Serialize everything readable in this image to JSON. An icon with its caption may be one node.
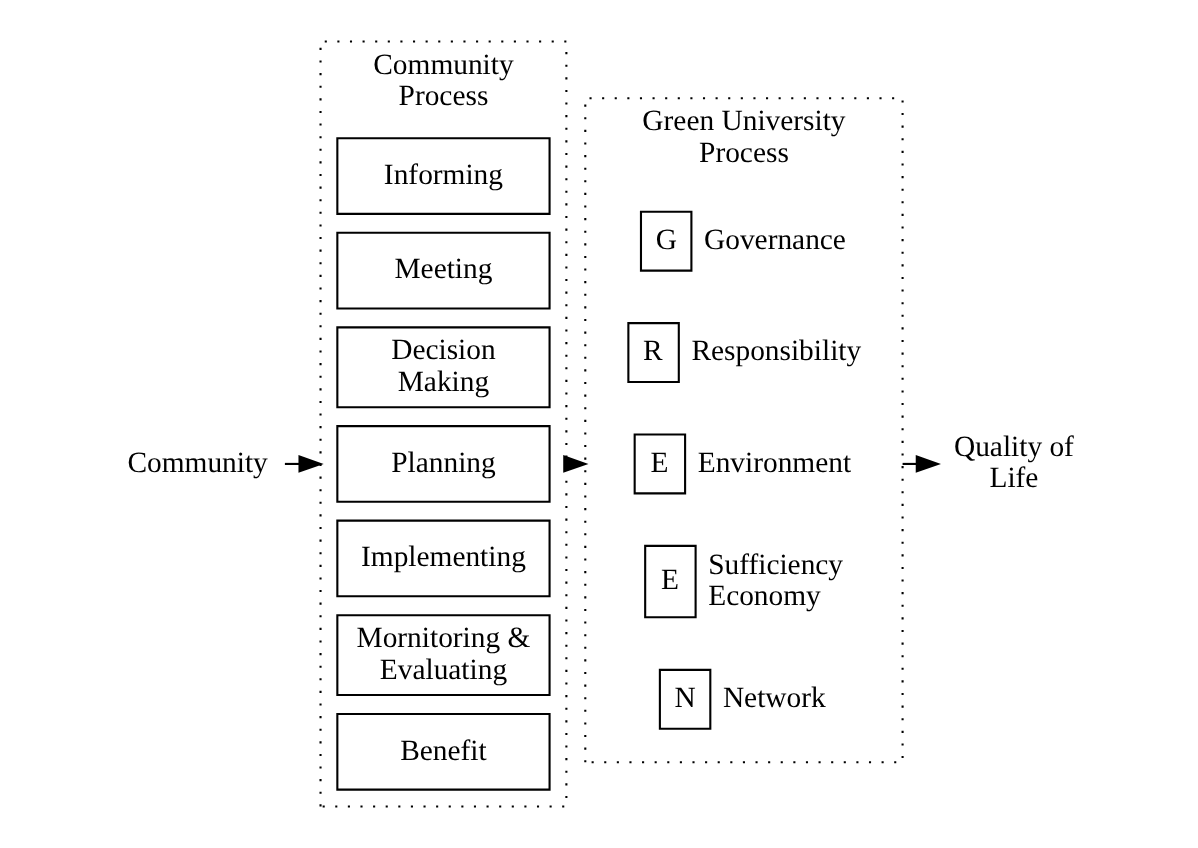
{
  "diagram": {
    "nodes": [
      {
        "text": [
          "Community"
        ]
      },
      {
        "text": [
          "Community Process"
        ]
      },
      {
        "text": [
          "Informing"
        ],
        "in": 1
      },
      {
        "text": [
          "Meeting"
        ],
        "in": 1
      },
      {
        "text": [
          "Decision Making"
        ],
        "in": 1
      },
      {
        "text": [
          "Planning"
        ],
        "in": 1
      },
      {
        "text": [
          "Implementing"
        ],
        "in": 1
      },
      {
        "text": [
          "Mornitoring & Evaluating"
        ],
        "in": 1
      },
      {
        "text": [
          "Benefit"
        ],
        "in": 1
      },
      {
        "text": [
          "Green University Process"
        ]
      },
      {
        "text": [
          "G"
        ],
        "in": 9,
        "beside": [
          "Governance"
        ]
      },
      {
        "text": [
          "R"
        ],
        "in": 9,
        "beside": [
          "Responsibility"
        ]
      },
      {
        "text": [
          "E"
        ],
        "in": 9,
        "beside": [
          "Environment"
        ]
      },
      {
        "text": [
          "E"
        ],
        "in": 9,
        "beside": [
          "Sufficiency Economy"
        ]
      },
      {
        "text": [
          "N"
        ],
        "in": 9,
        "beside": [
          "Network"
        ]
      },
      {
        "text": [
          "Quality of Life"
        ]
      }
    ],
    "edges": [
      {
        "from": 0,
        "to": 1,
        "arrow": "to"
      },
      {
        "from": 1,
        "to": 9,
        "arrow": "to"
      },
      {
        "from": 9,
        "to": 15,
        "arrow": "to"
      }
    ]
  }
}
